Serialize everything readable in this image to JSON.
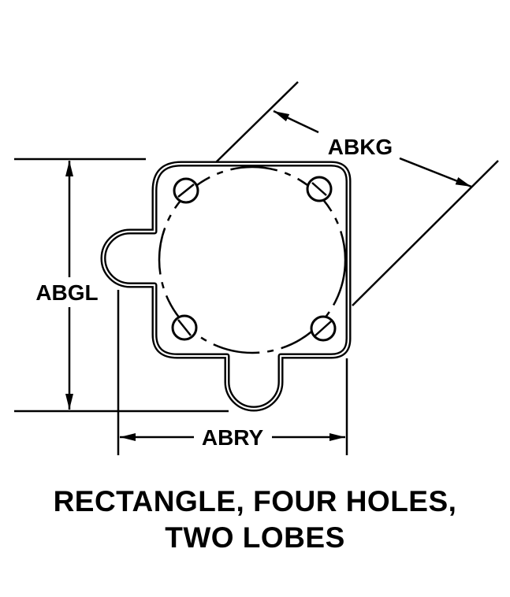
{
  "dimensions": {
    "height_label": "ABGL",
    "width_label": "ABRY",
    "diagonal_label": "ABKG"
  },
  "caption": {
    "line1": "RECTANGLE, FOUR HOLES,",
    "line2": "TWO LOBES"
  }
}
